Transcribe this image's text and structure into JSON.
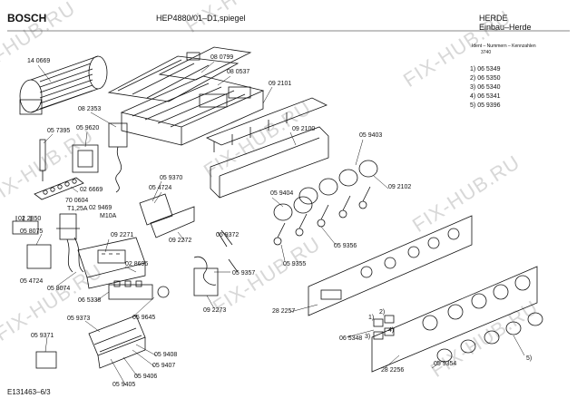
{
  "header": {
    "brand": "BOSCH",
    "model": "HEP4880/01–D1,spiegel",
    "category": "HERDE",
    "subcategory": "Einbau–Herde",
    "ident_label": "Ident – Nummern – Kennzahlen",
    "ident_code": "3740"
  },
  "variants": [
    {
      "key": "1)",
      "num": "06 5349"
    },
    {
      "key": "2)",
      "num": "06 5350"
    },
    {
      "key": "3)",
      "num": "06 5340"
    },
    {
      "key": "4)",
      "num": "06 5341"
    },
    {
      "key": "5)",
      "num": "05 9396"
    }
  ],
  "labels": {
    "p14_0669": "14 0669",
    "p08_0799": "08 0799",
    "p08_0537": "08 0537",
    "p08_2353": "08 2353",
    "p09_2101": "09 2101",
    "p05_9620": "05 9620",
    "p05_7395": "05 7395",
    "p09_2100": "09 2100",
    "p05_9403": "05 9403",
    "p02_6669": "02 6669",
    "p05_4724a": "05 4724",
    "p05_9370": "05 9370",
    "p70_0604": "70 0604",
    "p_t125a": "T1,25A",
    "p02_9469": "02 9469",
    "p_m10a": "M10A",
    "p02_2850": "02 2850",
    "p05_9404": "05 9404",
    "p09_2102": "09 2102",
    "p05_8075": "05 8075",
    "p09_2271": "09 2271",
    "p09_2272": "09 2272",
    "p05_9372": "05 9372",
    "p05_9356": "05 9356",
    "p05_4724b": "05 4724",
    "p05_8074": "05 8074",
    "p02_8696": "02 8696",
    "p05_9355": "05 9355",
    "p05_9357": "05 9357",
    "p06_5338": "06 5338",
    "p05_9645": "05 9645",
    "p09_2273": "09 2273",
    "p28_2257": "28 2257",
    "p05_9373": "05 9373",
    "p05_9371": "05 9371",
    "p06_5348": "06 5348",
    "p_v1": "1)",
    "p_v2": "2)",
    "p_v3": "3)",
    "p_v4": "4)",
    "p05_9408": "05 9408",
    "p05_9407": "05 9407",
    "p05_9406": "05 9406",
    "p05_9405": "05 9405",
    "p28_2256": "28 2256",
    "p05_9354": "05 9354",
    "p_v5": "5)"
  },
  "footer": {
    "doc_code": "E131463–6/3"
  },
  "watermark": "FIX-HUB.RU",
  "colors": {
    "ink": "#111111",
    "watermark": "#d8d8d8",
    "background": "#ffffff"
  }
}
